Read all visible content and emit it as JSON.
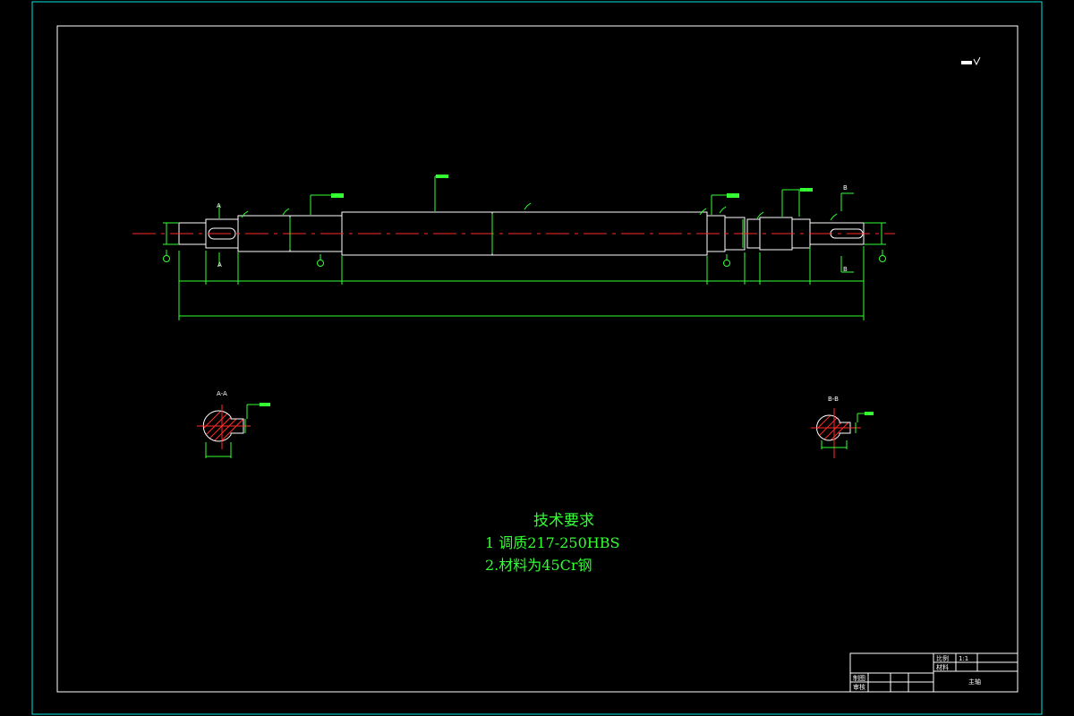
{
  "colors": {
    "background": "#000000",
    "frame": "#00e5e5",
    "drawing_line": "#ffffff",
    "dimension": "#33ff33",
    "centerline": "#ff2a2a",
    "hatch": "#ff2a2a",
    "text": "#33ff33"
  },
  "technical_requirements": {
    "heading": "技术要求",
    "item1": "1 调质217-250HBS",
    "item2": "2.材料为45Cr钢"
  },
  "section_labels": {
    "left": "A-A",
    "right": "B-B",
    "marker_a": "A",
    "marker_b": "B"
  },
  "title_block": {
    "scale_label": "比例",
    "scale_value": "1:1",
    "material_label": "材料",
    "drawn_label": "制图",
    "checked_label": "审核",
    "part_name": "主轴"
  }
}
